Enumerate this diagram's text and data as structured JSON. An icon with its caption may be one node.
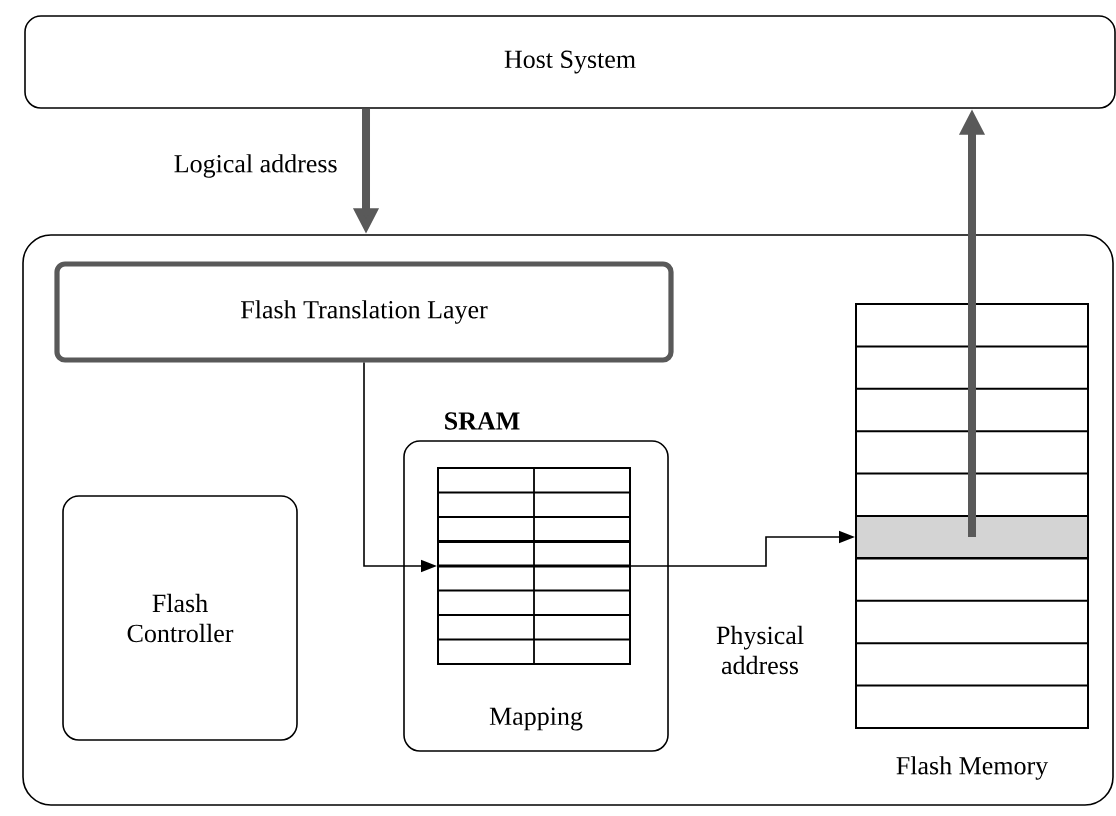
{
  "diagram": {
    "nodes": [
      {
        "text": [
          "Host System"
        ]
      },
      {
        "text": [],
        "shape": "box"
      },
      {
        "text": [
          "Flash Translation Layer"
        ],
        "in": 1
      },
      {
        "text": [
          "Flash Controller"
        ],
        "in": 1
      },
      {
        "text": [
          "SRAM",
          "Mapping"
        ],
        "in": 1
      },
      {
        "text": [],
        "shape": "grid",
        "in": 4
      },
      {
        "text": [
          "Flash Memory"
        ],
        "in": 1
      },
      {
        "text": [],
        "shape": "box",
        "in": 6
      }
    ],
    "edges": [
      {
        "from": 0,
        "to": 1,
        "arrow": "to",
        "label": "Logical address",
        "style": "thick",
        "color": "#595959"
      },
      {
        "from": 2,
        "to": 5,
        "arrow": "to"
      },
      {
        "from": 5,
        "to": 7,
        "arrow": "to",
        "label": "Physical address"
      },
      {
        "from": 7,
        "to": 0,
        "arrow": "to",
        "style": "thick",
        "color": "#595959"
      }
    ]
  }
}
